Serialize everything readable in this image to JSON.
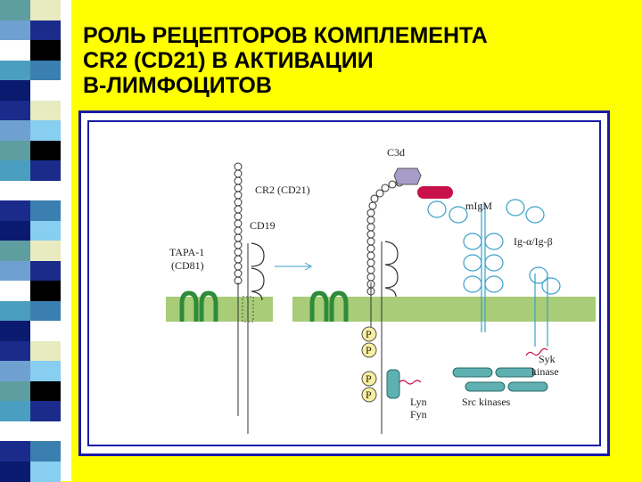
{
  "slide": {
    "title_lines": [
      "РОЛЬ РЕЦЕПТОРОВ КОМПЛЕМЕНТА",
      "CR2 (CD21) В АКТИВАЦИИ",
      "В-ЛИМФОЦИТОВ"
    ],
    "strip_colors": [
      "#5f9ea0",
      "#1a2b8c",
      "#ffffff",
      "#3a7fb0",
      "#0a1a6e",
      "#e8ebc0",
      "#6ea0d0",
      "#000000",
      "#4a9ec0",
      "#ffffff",
      "#1a2b8c",
      "#87cef0"
    ]
  },
  "diagram": {
    "labels": {
      "c3d": "C3d",
      "cr2": "CR2 (CD21)",
      "cd19": "CD19",
      "tapa1_line1": "TAPA-1",
      "tapa1_line2": "(CD81)",
      "migm": "mIgM",
      "ig_alpha_beta": "Ig-α/Ig-β",
      "syk_line1": "Syk",
      "syk_line2": "kinase",
      "lyn": "Lyn",
      "fyn": "Fyn",
      "src_kinases": "Src kinases",
      "phospho": "P"
    },
    "colors": {
      "membrane": "#a8cc78",
      "tapa": "#2e8b3a",
      "cd21_chain": "#ffffff",
      "c3d": "#a89cc8",
      "migm_head": "#c8104a",
      "igm": "#3aa0c8",
      "kinase": "#5fb0b0",
      "p_circle": "#f8f0a0"
    }
  }
}
